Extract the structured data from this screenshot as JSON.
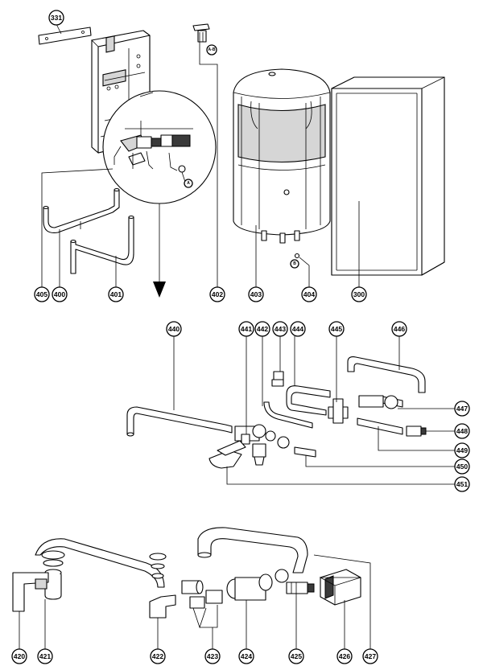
{
  "diagram": {
    "callouts": {
      "c331": "331",
      "c405": "405",
      "c400": "400",
      "c401": "401",
      "c402": "402",
      "c403": "403",
      "c404": "404",
      "c300": "300",
      "c440": "440",
      "c441": "441",
      "c442": "442",
      "c443": "443",
      "c444": "444",
      "c445": "445",
      "c446": "446",
      "c447": "447",
      "c448": "448",
      "c449": "449",
      "c450": "450",
      "c451": "451",
      "c420": "420",
      "c421": "421",
      "c422": "422",
      "c423": "423",
      "c424": "424",
      "c425": "425",
      "c426": "426",
      "c427": "427"
    },
    "markers": {
      "a": "A",
      "b": "B",
      "ab": "A-B"
    },
    "colors": {
      "line": "#000000",
      "shade": "#d6d6d6",
      "background": "#ffffff"
    }
  }
}
